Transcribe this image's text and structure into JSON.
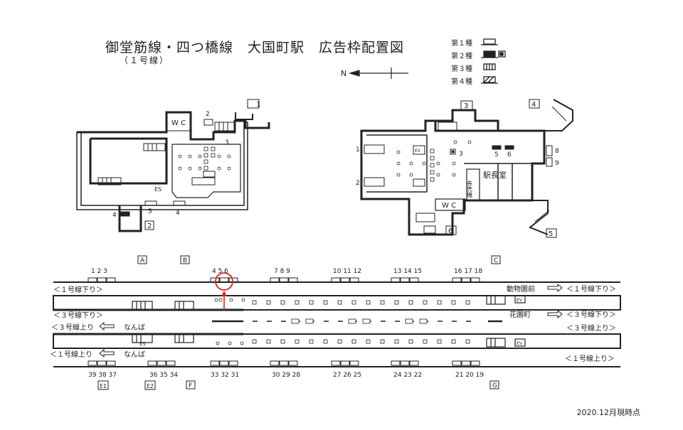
{
  "title": "御堂筋線・四つ橋線　大国町駅　広告枠配置図",
  "subtitle": "（１号線）",
  "legend": [
    {
      "label": "第１種"
    },
    {
      "label": "第２種"
    },
    {
      "label": "第３種"
    },
    {
      "label": "第４種"
    }
  ],
  "north": "N",
  "date": "2020.12月現時点",
  "concourse_left": {
    "wc": "W C",
    "es": "ES",
    "exits": [
      "1",
      "2"
    ],
    "ad_numbers": [
      "2",
      "3",
      "4",
      "5",
      "4"
    ]
  },
  "concourse_right": {
    "exits": [
      "3",
      "4",
      "5",
      "6"
    ],
    "ev": "EV",
    "wc": "W C",
    "ticket_machine": "券売機",
    "station_master": "駅長室",
    "ad_numbers": [
      "1",
      "2",
      "3",
      "5",
      "6",
      "8",
      "9"
    ]
  },
  "platform": {
    "sections_top": [
      "A",
      "B",
      "C"
    ],
    "sections_bottom": [
      "E1",
      "E2",
      "F",
      "G"
    ],
    "top_numbers": [
      "1 2 3",
      "4 5 6",
      "7 8 9",
      "10 11 12",
      "13 14 15",
      "16 17 18"
    ],
    "bottom_numbers": [
      "39 38 37",
      "36 35 34",
      "33 32 31",
      "30 29 28",
      "27 26 25",
      "24 23 22",
      "21 20 19"
    ],
    "line_labels": {
      "line1_down_left": "＜１号線下り＞",
      "line3_down_left": "＜３号線下り＞",
      "line3_up_left": "＜３号線上り",
      "line1_up_left": "＜１号線上り",
      "nanba_1": "なんば",
      "nanba_2": "なんば",
      "zoo": "動物園前",
      "line1_down_right": "＜１号線下り＞",
      "hanazono": "花園町",
      "line3_down_right": "＜３号線下り＞",
      "line3_up_right": "＜３号線上り＞",
      "line1_up_right": "＜１号線上り＞"
    },
    "es": "ES",
    "ev": "EV"
  }
}
